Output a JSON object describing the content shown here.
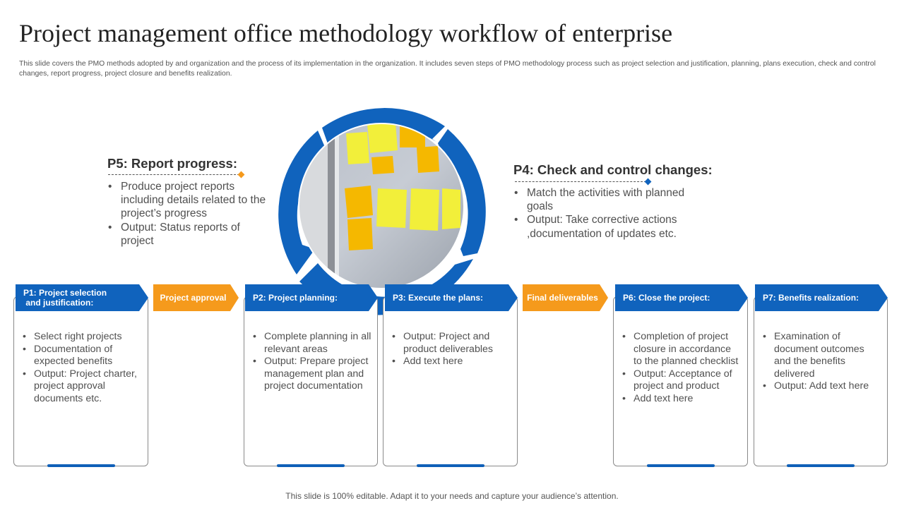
{
  "title": "Project management office methodology workflow of enterprise",
  "subtitle": "This slide covers the PMO methods adopted by and organization and the process of its implementation in the organization. It includes seven steps of PMO methodology process such as project selection and justification, planning, plans execution, check and control changes, report progress, project closure and benefits realization.",
  "p5": {
    "heading": "P5: Report progress:",
    "items": [
      "Produce project reports including details related to the project’s progress",
      "Output:  Status reports of project"
    ]
  },
  "p4": {
    "heading": "P4: Check and control changes:",
    "items": [
      "Match the activities with planned goals",
      "Output:  Take corrective actions ,documentation  of updates etc."
    ]
  },
  "steps": [
    {
      "label": "P1: Project selection\n and justification:",
      "items": [
        "Select right projects",
        "Documentation of expected benefits",
        "Output: Project charter, project approval documents etc."
      ]
    },
    {
      "label": "P2: Project planning:",
      "items": [
        "Complete planning in all relevant areas",
        "Output: Prepare project management plan and project documentation"
      ]
    },
    {
      "label": "P3: Execute the plans:",
      "items": [
        "Output: Project and product deliverables",
        "Add text here"
      ]
    },
    {
      "label": "P6: Close the project:",
      "items": [
        "Completion of project closure in accordance to the planned checklist",
        "Output: Acceptance of project and product",
        "Add text here"
      ]
    },
    {
      "label": "P7: Benefits realization:",
      "items": [
        "Examination of document outcomes and the benefits delivered",
        "Output: Add text here"
      ]
    }
  ],
  "connectors": [
    "Project approval",
    "Final deliverables"
  ],
  "footer": "This slide is 100% editable. Adapt it to your needs and capture your audience’s attention.",
  "colors": {
    "blue": "#1063bd",
    "orange": "#f59a1c",
    "sticky_yellow": "#f2ef3a",
    "sticky_orange": "#f5b800"
  }
}
